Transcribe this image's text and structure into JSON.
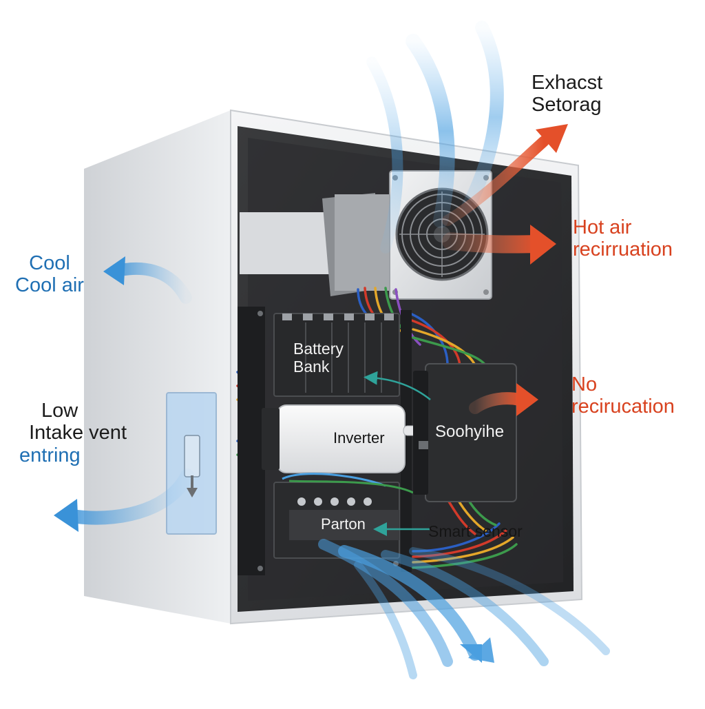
{
  "labels": {
    "exhaust_line1": "Exhacst",
    "exhaust_line2": "Setorag",
    "hot_air_line1": "Hot air",
    "hot_air_line2": "recirruation",
    "no_recirc_line1": "No",
    "no_recirc_line2": "recirucation",
    "cool_line1": "Cool",
    "cool_line2": "Cool air",
    "intake_line1": "Low",
    "intake_line2": "Intake vent",
    "intake_line3": "entring",
    "battery_line1": "Battery",
    "battery_line2": "Bank",
    "inverter": "Inverter",
    "controller": "Soohyihe",
    "parton": "Parton",
    "smart_sensor": "Smart sensor"
  },
  "colors": {
    "cool_air": "#4a9fe0",
    "hot_air": "#e4502a",
    "enclosure": "#e8e9eb",
    "interior": "#2e2f31",
    "wire_colors": [
      "#2b5fc4",
      "#d23a2a",
      "#e3a72a",
      "#3c9a4c",
      "#8a4fc0"
    ]
  },
  "icons": {
    "fan": "fan-icon",
    "arrow_down": "arrow-down-icon"
  }
}
